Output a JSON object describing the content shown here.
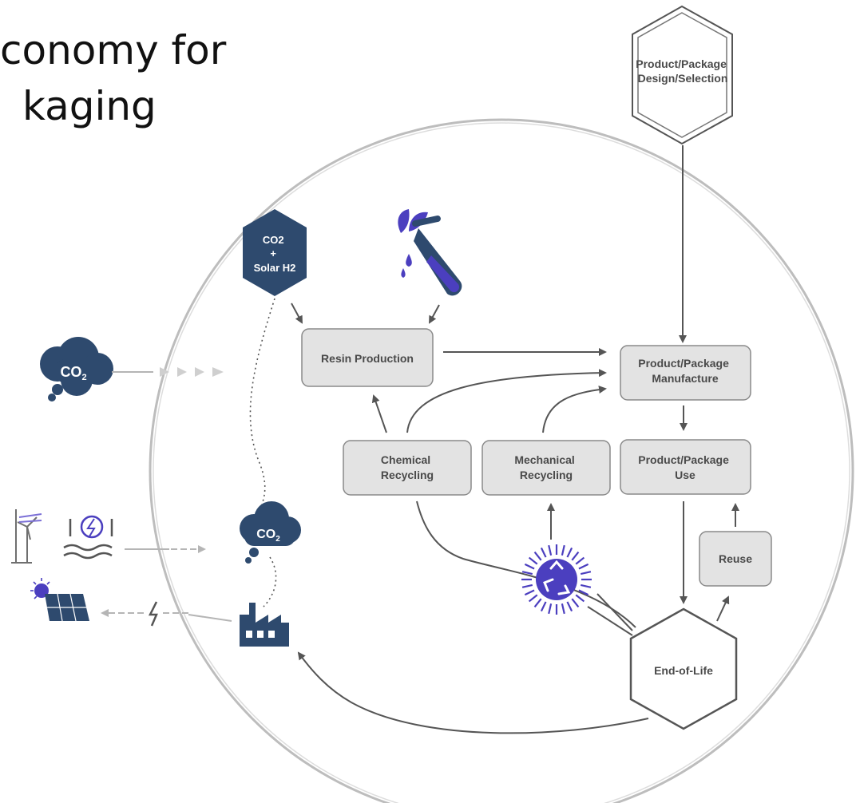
{
  "title": {
    "line1": "conomy for",
    "line2": "kaging"
  },
  "nodes": {
    "design": [
      "Product/Package",
      "Design/Selection"
    ],
    "co2_solar": [
      "CO2",
      "+",
      "Solar H2"
    ],
    "resin": "Resin Production",
    "manufacture": [
      "Product/Package",
      "Manufacture"
    ],
    "chemical": [
      "Chemical",
      "Recycling"
    ],
    "mechanical": [
      "Mechanical",
      "Recycling"
    ],
    "use": [
      "Product/Package",
      "Use"
    ],
    "reuse": "Reuse",
    "eol": "End-of-Life"
  },
  "icons": {
    "co2_cloud_label": "CO",
    "co2_cloud_sub": "2",
    "co2_mid_label": "CO",
    "co2_mid_sub": "2"
  },
  "colors": {
    "navy": "#2e4a6e",
    "purple": "#4b3fbf",
    "box_fill": "#e3e3e3",
    "box_stroke": "#8a8a8a",
    "arrow": "#555555"
  }
}
